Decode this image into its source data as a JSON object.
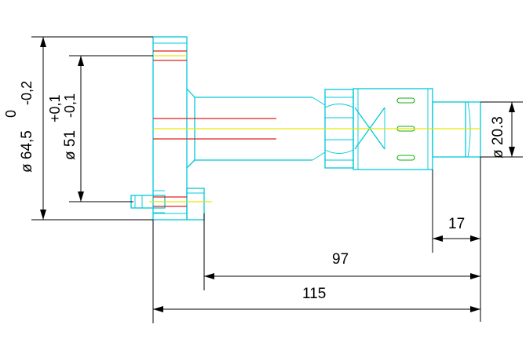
{
  "dimensions": {
    "d_outer_nominal": "ø 64,5",
    "d_outer_tol_upper": "0",
    "d_outer_tol_lower": "-0,2",
    "d_bolt_nominal": "ø 51",
    "d_bolt_tol_upper": "+0,1",
    "d_bolt_tol_lower": "-0,1",
    "d_tip": "ø 20.3",
    "len_tip": "17",
    "len_97": "97",
    "len_115": "115"
  },
  "colors": {
    "outline": "#00c8d8",
    "dimension": "#000000",
    "centerline": "#e6e600",
    "hidden": "#e02020",
    "slot": "#10b010"
  }
}
